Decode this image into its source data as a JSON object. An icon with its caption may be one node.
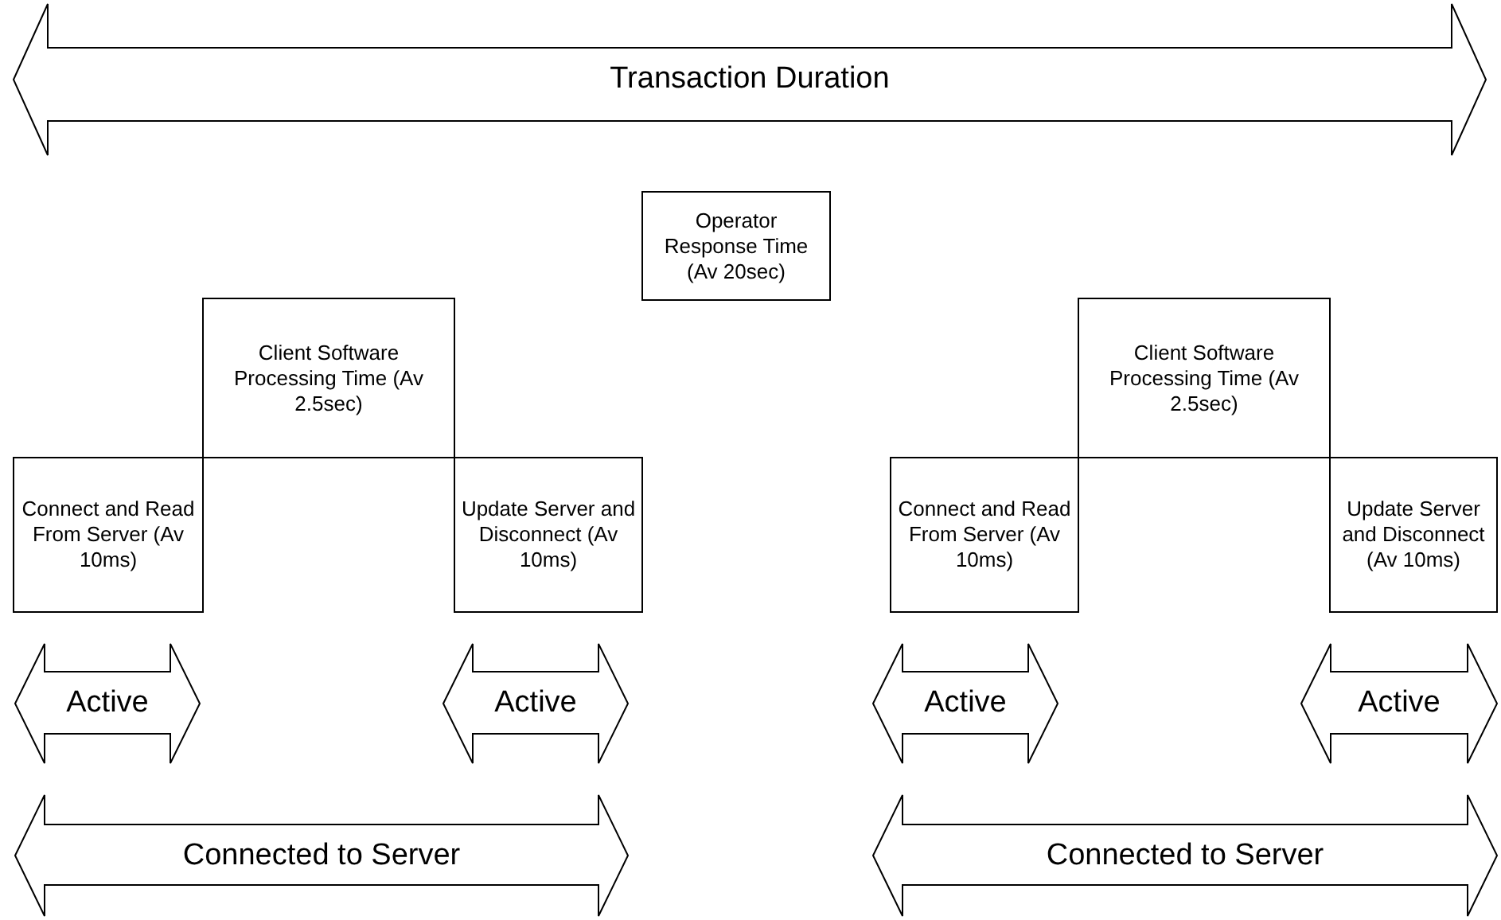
{
  "diagram": {
    "nodes": [
      {
        "text": [
          "Transaction Duration"
        ]
      },
      {
        "text": [
          "Operator Response Time (Av 20sec)"
        ]
      },
      {
        "text": [
          "Client Software Processing Time (Av 2.5sec)"
        ]
      },
      {
        "text": [
          "Client Software Processing Time (Av 2.5sec)"
        ]
      },
      {
        "text": [
          "Connect and Read From Server (Av 10ms)"
        ]
      },
      {
        "text": [
          "Update Server and Disconnect (Av 10ms)"
        ]
      },
      {
        "text": [
          "Connect and Read From Server (Av 10ms)"
        ]
      },
      {
        "text": [
          "Update Server and Disconnect (Av 10ms)"
        ]
      },
      {
        "text": [
          "Active"
        ]
      },
      {
        "text": [
          "Active"
        ]
      },
      {
        "text": [
          "Active"
        ]
      },
      {
        "text": [
          "Active"
        ]
      },
      {
        "text": [
          "Connected to Server"
        ]
      },
      {
        "text": [
          "Connected to Server"
        ]
      }
    ],
    "edges": []
  }
}
